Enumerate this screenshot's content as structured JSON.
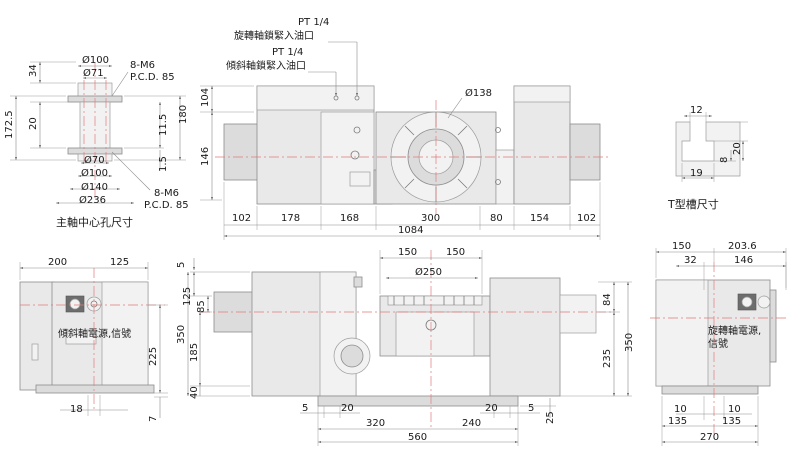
{
  "labels": {
    "pt_upper": "PT 1/4",
    "pt_upper_desc": "旋轉軸鎖緊入油口",
    "pt_lower": "PT 1/4",
    "pt_lower_desc": "傾斜軸鎖緊入油口",
    "bore_title": "主軸中心孔尺寸",
    "tslot_title": "T型槽尺寸",
    "tilt_power": "傾斜軸電源,信號",
    "rot_power_1": "旋轉軸電源,",
    "rot_power_2": "信號"
  },
  "bore_view": {
    "d100_top": "Ø100",
    "d71": "Ø71",
    "m6_top": "8-M6",
    "pcd85_top": "P.C.D. 85",
    "h34": "34",
    "h172_5": "172.5",
    "h20": "20",
    "h11_5": "11.5",
    "h180": "180",
    "d70": "Ø70",
    "d100_bot": "Ø100",
    "d140": "Ø140",
    "d236": "Ø236",
    "h1_5": "1.5",
    "m6_bot": "8-M6",
    "pcd85_bot": "P.C.D. 85"
  },
  "top_view": {
    "h104": "104",
    "h146": "146",
    "d138": "Ø138",
    "w102_left": "102",
    "w178": "178",
    "w168": "168",
    "w300": "300",
    "w80": "80",
    "w154": "154",
    "w102_right": "102",
    "w1084": "1084"
  },
  "tslot": {
    "w12": "12",
    "h8": "8",
    "h20": "20",
    "w19": "19"
  },
  "left_view": {
    "w200": "200",
    "w125": "125",
    "h225": "225",
    "w18": "18",
    "h7": "7"
  },
  "front_view": {
    "h5_top": "5",
    "h125": "125",
    "h85": "85",
    "h350_left": "350",
    "h185": "185",
    "h40": "40",
    "w150_a": "150",
    "w150_b": "150",
    "d250": "Ø250",
    "h84": "84",
    "h235": "235",
    "h350_right": "350",
    "w5_left": "5",
    "w20_left": "20",
    "w20_right": "20",
    "w5_right": "5",
    "h25": "25",
    "w320": "320",
    "w240": "240",
    "w560": "560"
  },
  "right_view": {
    "w150": "150",
    "w203_6": "203.6",
    "w32": "32",
    "w146": "146",
    "w10_a": "10",
    "w10_b": "10",
    "w135_a": "135",
    "w135_b": "135",
    "w270": "270"
  }
}
